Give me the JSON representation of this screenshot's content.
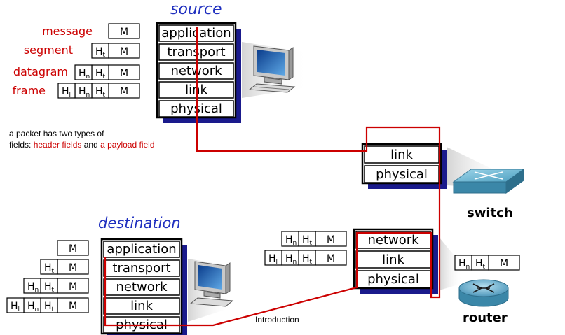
{
  "source": {
    "title": "source",
    "layers": [
      "application",
      "transport",
      "network",
      "link",
      "physical"
    ]
  },
  "destination": {
    "title": "destination",
    "layers": [
      "application",
      "transport",
      "network",
      "link",
      "physical"
    ]
  },
  "switch": {
    "label": "switch",
    "layers": [
      "link",
      "physical"
    ]
  },
  "router": {
    "label": "router",
    "layers": [
      "network",
      "link",
      "physical"
    ]
  },
  "units": [
    {
      "name": "message",
      "headers": []
    },
    {
      "name": "segment",
      "headers": [
        "t"
      ]
    },
    {
      "name": "datagram",
      "headers": [
        "n",
        "t"
      ]
    },
    {
      "name": "frame",
      "headers": [
        "l",
        "n",
        "t"
      ]
    }
  ],
  "header_letter": "H",
  "payload": "M",
  "note": {
    "line1": "a packet has two types of",
    "line2_prefix": "fields: ",
    "header_fields": "header fields",
    "and": " and ",
    "payload_field": "a payload field"
  },
  "footer": "Introduction",
  "colors": {
    "path": "#cc0000",
    "shadow": "#1a1a8c",
    "title": "#1f2fbf"
  }
}
